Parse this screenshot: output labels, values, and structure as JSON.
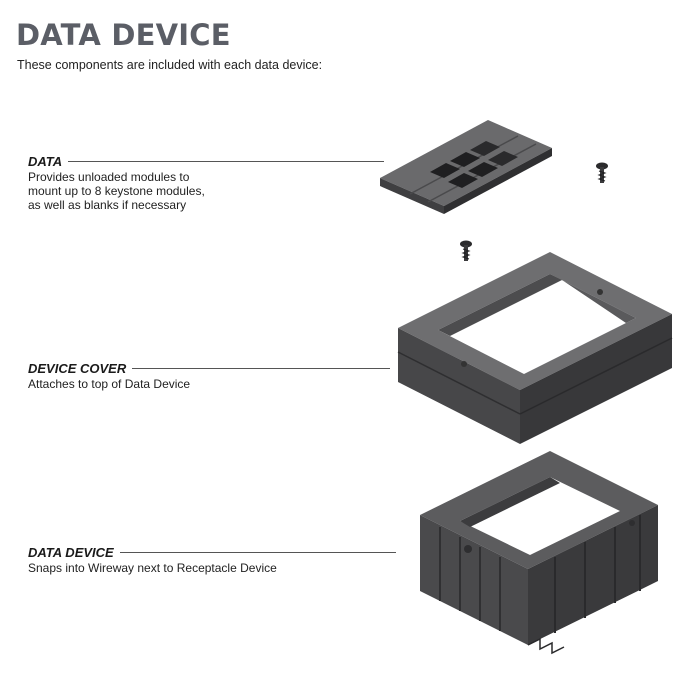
{
  "page": {
    "title": "DATA DEVICE",
    "subtitle": "These components are included with each data device:"
  },
  "callouts": [
    {
      "name": "DATA",
      "description": [
        "Provides unloaded modules to",
        "mount up to 8 keystone modules,",
        "as well as blanks if necessary"
      ]
    },
    {
      "name": "DEVICE COVER",
      "description": [
        "Attaches to top of Data Device"
      ]
    },
    {
      "name": "DATA DEVICE",
      "description": [
        "Snaps into Wireway next to Receptacle Device"
      ]
    }
  ],
  "colors": {
    "title": "#5b5e66",
    "part_top": "#6a6a6c",
    "part_side": "#3f3f41",
    "part_dark": "#2b2b2d"
  }
}
